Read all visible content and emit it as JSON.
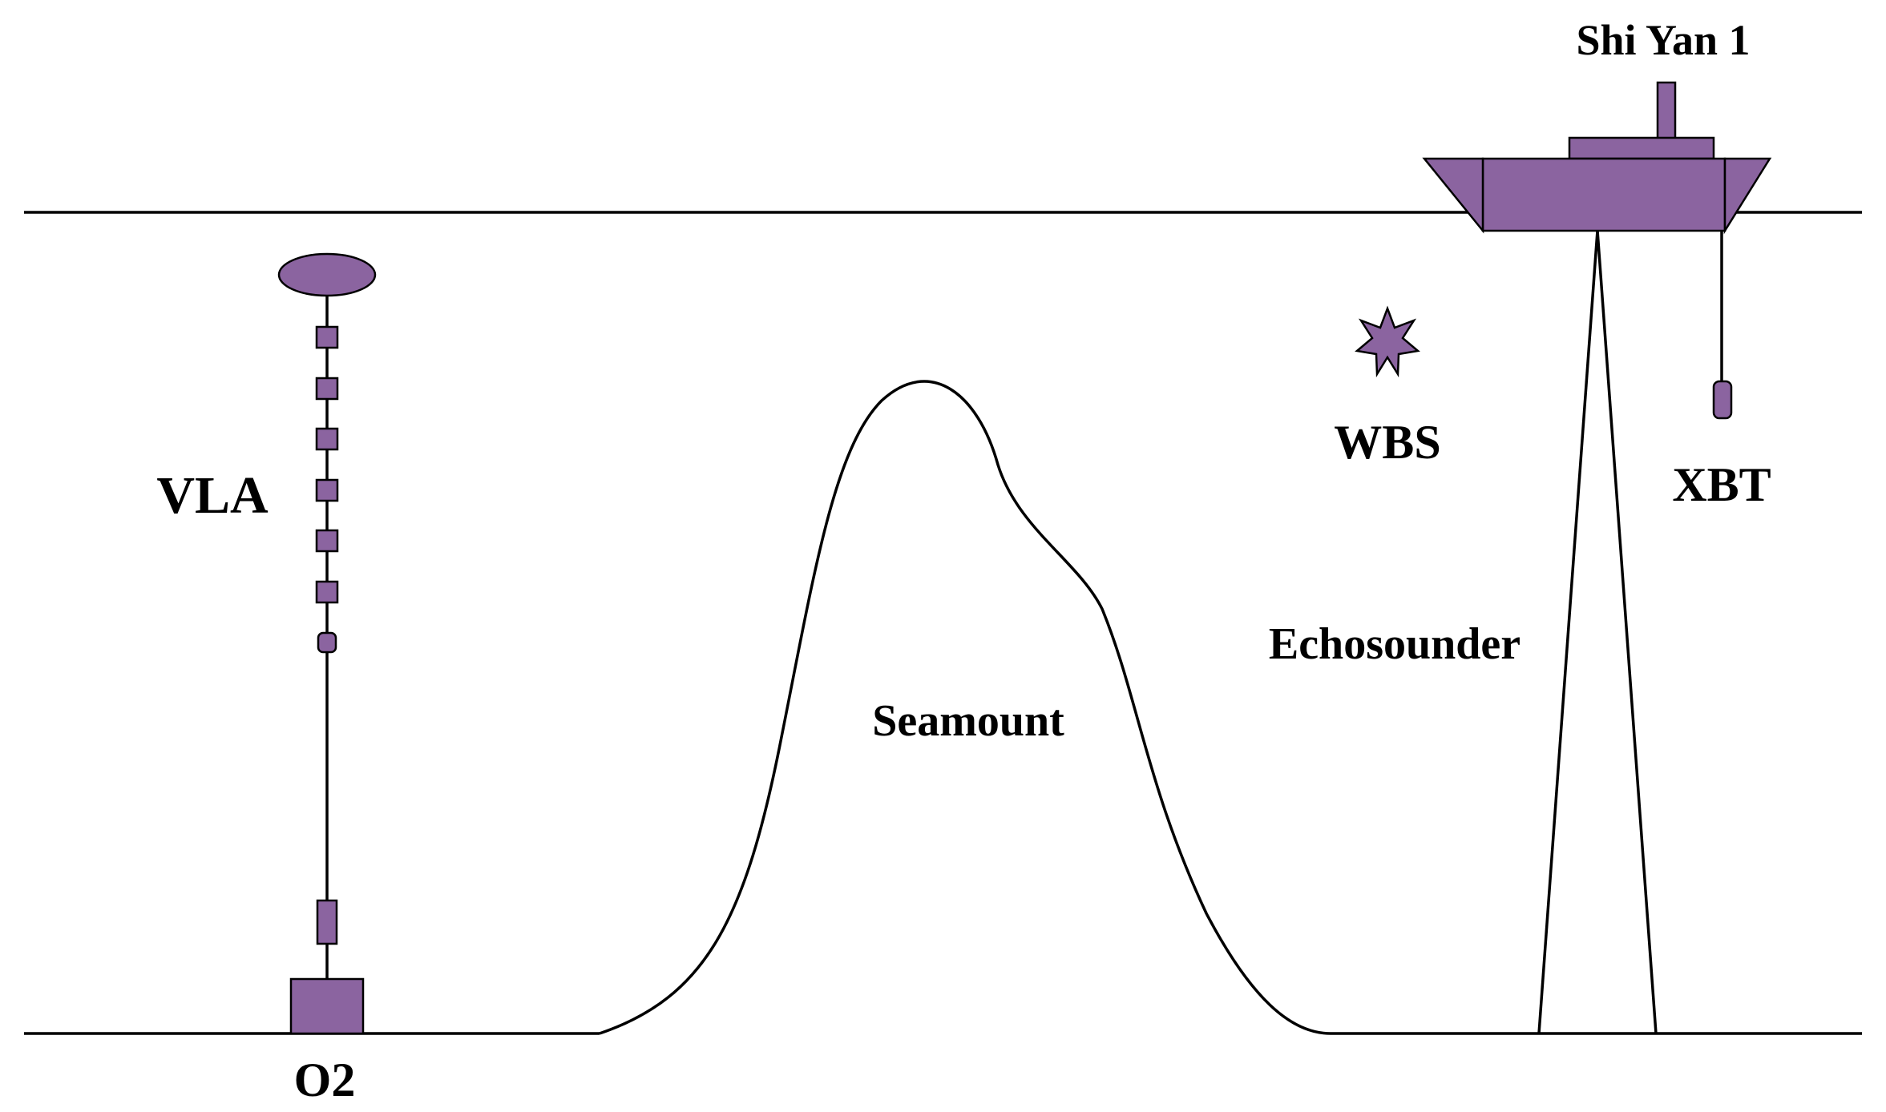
{
  "labels": {
    "ship": "Shi Yan 1",
    "vla": "VLA",
    "wbs": "WBS",
    "xbt": "XBT",
    "echosounder": "Echosounder",
    "seamount": "Seamount",
    "station": "O2"
  },
  "colors": {
    "equipment_fill": "#8B64A0",
    "line": "#000000",
    "background": "#ffffff"
  },
  "icons": {
    "ship": "ship-icon",
    "wbs": "star-burst-icon",
    "xbt": "probe-icon",
    "vla_float": "buoy-icon",
    "vla_anchor": "anchor-block-icon"
  },
  "vla": {
    "hydrophone_count": 7
  }
}
